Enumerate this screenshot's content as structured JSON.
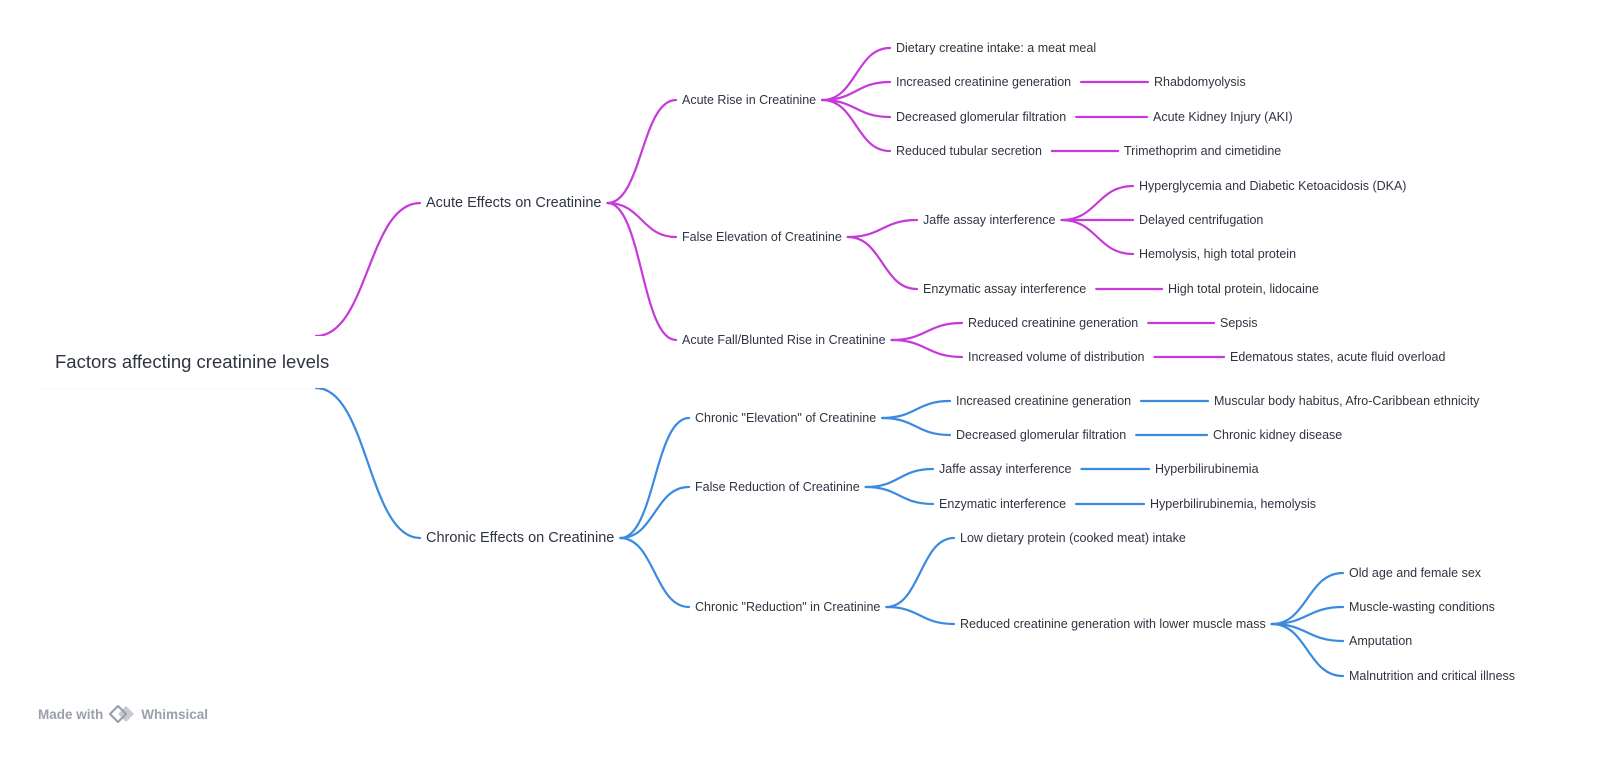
{
  "colors": {
    "acute": "#c63ad9",
    "chronic": "#3a8be0",
    "text": "#2f3441",
    "footer": "#9aa0ab"
  },
  "root": {
    "label": "Factors affecting creatinine levels"
  },
  "branches": [
    {
      "label": "Acute Effects on Creatinine",
      "color_key": "acute",
      "children": [
        {
          "label": "Acute Rise in Creatinine",
          "children": [
            {
              "label": "Dietary creatine intake: a meat meal",
              "children": []
            },
            {
              "label": "Increased creatinine generation",
              "children": [
                {
                  "label": "Rhabdomyolysis",
                  "children": []
                }
              ]
            },
            {
              "label": "Decreased glomerular filtration",
              "children": [
                {
                  "label": "Acute Kidney Injury (AKI)",
                  "children": []
                }
              ]
            },
            {
              "label": "Reduced tubular secretion",
              "children": [
                {
                  "label": "Trimethoprim and cimetidine",
                  "children": []
                }
              ]
            }
          ]
        },
        {
          "label": "False Elevation of Creatinine",
          "children": [
            {
              "label": "Jaffe assay interference",
              "children": [
                {
                  "label": "Hyperglycemia and Diabetic Ketoacidosis (DKA)",
                  "children": []
                },
                {
                  "label": "Delayed centrifugation",
                  "children": []
                },
                {
                  "label": "Hemolysis, high total protein",
                  "children": []
                }
              ]
            },
            {
              "label": "Enzymatic assay interference",
              "children": [
                {
                  "label": "High total protein, lidocaine",
                  "children": []
                }
              ]
            }
          ]
        },
        {
          "label": "Acute Fall/Blunted Rise in Creatinine",
          "children": [
            {
              "label": "Reduced creatinine generation",
              "children": [
                {
                  "label": "Sepsis",
                  "children": []
                }
              ]
            },
            {
              "label": "Increased volume of distribution",
              "children": [
                {
                  "label": "Edematous states, acute fluid overload",
                  "children": []
                }
              ]
            }
          ]
        }
      ]
    },
    {
      "label": "Chronic Effects on Creatinine",
      "color_key": "chronic",
      "children": [
        {
          "label": "Chronic \"Elevation\" of Creatinine",
          "children": [
            {
              "label": "Increased creatinine generation",
              "children": [
                {
                  "label": "Muscular body habitus, Afro-Caribbean ethnicity",
                  "children": []
                }
              ]
            },
            {
              "label": "Decreased glomerular filtration",
              "children": [
                {
                  "label": "Chronic kidney disease",
                  "children": []
                }
              ]
            }
          ]
        },
        {
          "label": "False Reduction of Creatinine",
          "children": [
            {
              "label": "Jaffe assay interference",
              "children": [
                {
                  "label": "Hyperbilirubinemia",
                  "children": []
                }
              ]
            },
            {
              "label": "Enzymatic interference",
              "children": [
                {
                  "label": "Hyperbilirubinemia, hemolysis",
                  "children": []
                }
              ]
            }
          ]
        },
        {
          "label": "Chronic \"Reduction\" in Creatinine",
          "children": [
            {
              "label": "Low dietary protein (cooked meat) intake",
              "children": []
            },
            {
              "label": "Reduced creatinine generation with lower muscle mass",
              "children": [
                {
                  "label": "Old age and female sex",
                  "children": []
                },
                {
                  "label": "Muscle-wasting conditions",
                  "children": []
                },
                {
                  "label": "Amputation",
                  "children": []
                },
                {
                  "label": "Malnutrition and critical illness",
                  "children": []
                }
              ]
            }
          ]
        }
      ]
    }
  ],
  "footer": {
    "made_with": "Made with",
    "brand": "Whimsical",
    "logo_icon": "whimsical-logo-icon"
  }
}
